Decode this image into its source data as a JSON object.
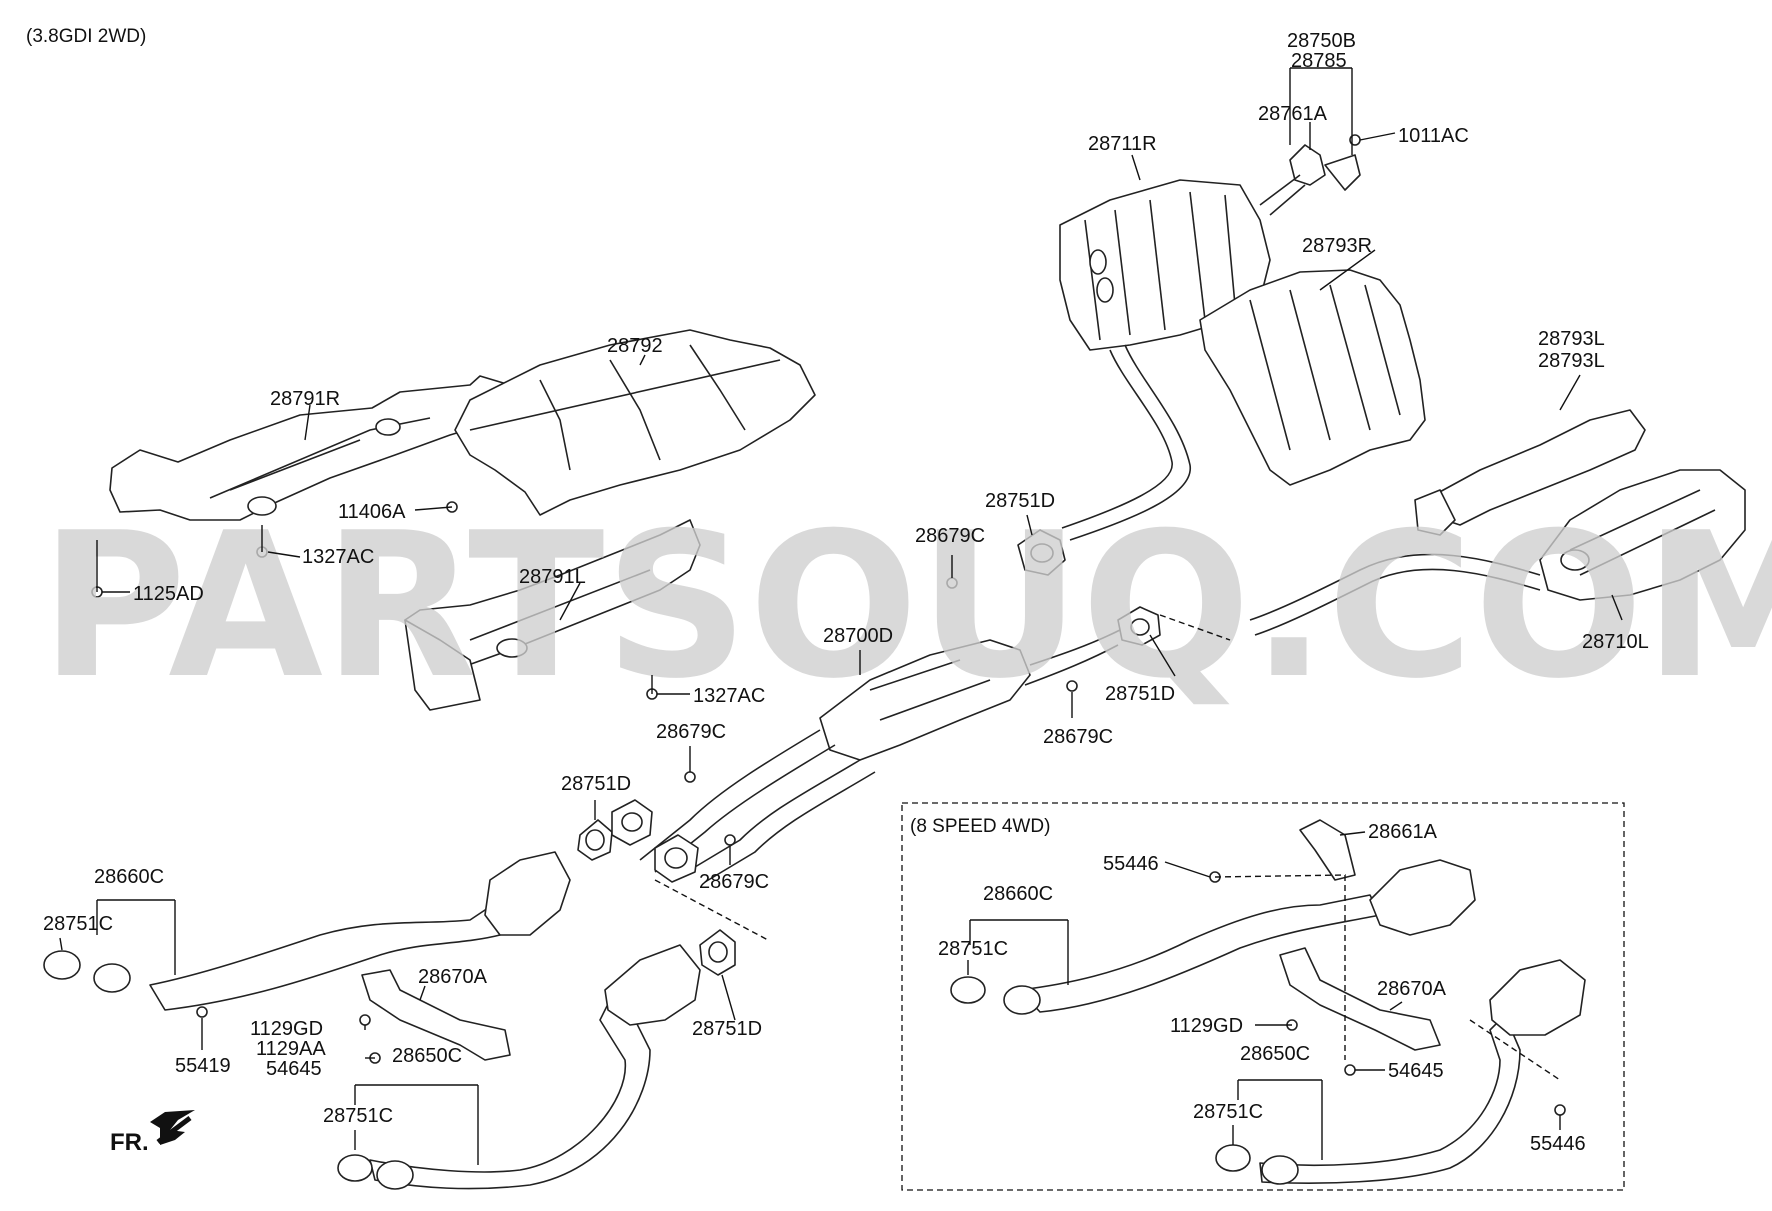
{
  "header_label": "(3.8GDI 2WD)",
  "watermark": "PARTSOUQ.COM",
  "inset_label": "(8 SPEED 4WD)",
  "direction_label": "FR.",
  "part_labels": {
    "p28750B": "28750B",
    "p28785": "28785",
    "p28761A": "28761A",
    "p1011AC": "1011AC",
    "p28711R": "28711R",
    "p28793R": "28793R",
    "p28792": "28792",
    "p28791R": "28791R",
    "p11406A": "11406A",
    "p1327AC_a": "1327AC",
    "p1125AD": "1125AD",
    "p28791L": "28791L",
    "p1327AC_b": "1327AC",
    "p28793L_a": "28793L",
    "p28793L_b": "28793L",
    "p28751D_a": "28751D",
    "p28679C_a": "28679C",
    "p28700D": "28700D",
    "p28751D_b": "28751D",
    "p28679C_b": "28679C",
    "p28710L": "28710L",
    "p28679C_c": "28679C",
    "p28751D_c": "28751D",
    "p28679C_d": "28679C",
    "p28660C_a": "28660C",
    "p28751C_a": "28751C",
    "p28670A_a": "28670A",
    "p1129GD_a": "1129GD",
    "p1129AA": "1129AA",
    "p54645_a": "54645",
    "p28650C_a": "28650C",
    "p55419": "55419",
    "p28751D_d": "28751D",
    "p28751C_b": "28751C",
    "p28661A": "28661A",
    "p55446_a": "55446",
    "p28660C_b": "28660C",
    "p28751C_c": "28751C",
    "p28670A_b": "28670A",
    "p1129GD_b": "1129GD",
    "p54645_b": "54645",
    "p28650C_b": "28650C",
    "p28751C_d": "28751C",
    "p55446_b": "55446"
  }
}
